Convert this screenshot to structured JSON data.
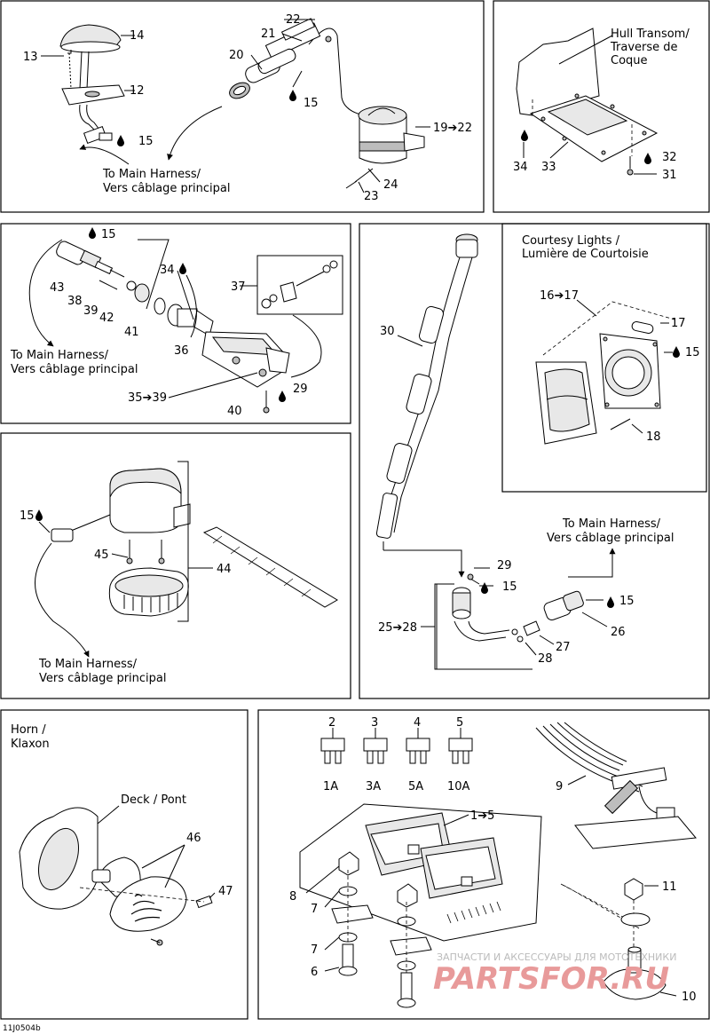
{
  "diagram_ref": "11J0504b",
  "panels": {
    "top_left": {
      "callouts": [
        "14",
        "13",
        "12",
        "15",
        "22",
        "21",
        "20",
        "15",
        "19➔22",
        "24",
        "23"
      ],
      "harness_note": [
        "To Main Harness/",
        "Vers câblage principal"
      ]
    },
    "hull": {
      "title": [
        "Hull Transom/",
        "Traverse de",
        "Coque"
      ],
      "callouts": [
        "34",
        "33",
        "32",
        "31"
      ]
    },
    "mid_left": {
      "callouts": [
        "15",
        "34",
        "43",
        "38",
        "39",
        "42",
        "41",
        "36",
        "37",
        "35➔39",
        "29",
        "40"
      ],
      "harness_note": [
        "To Main Harness/",
        "Vers câblage principal"
      ]
    },
    "courtesy": {
      "title": [
        "Courtesy Lights /",
        "Lumière de Courtoisie"
      ],
      "callouts": [
        "16➔17",
        "17",
        "15",
        "18"
      ]
    },
    "cable": {
      "callouts": [
        "30",
        "29",
        "15",
        "15",
        "25➔28",
        "26",
        "27",
        "28"
      ],
      "harness_note": [
        "To Main Harness/",
        "Vers câblage principal"
      ]
    },
    "pump": {
      "callouts": [
        "15",
        "45",
        "44"
      ],
      "harness_note": [
        "To Main Harness/",
        "Vers câblage principal"
      ]
    },
    "horn": {
      "title": [
        "Horn /",
        "Klaxon"
      ],
      "deck_label": "Deck / Pont",
      "callouts": [
        "46",
        "47"
      ]
    },
    "fuse": {
      "fuses": [
        {
          "num": "2",
          "amps": "1A"
        },
        {
          "num": "3",
          "amps": "3A"
        },
        {
          "num": "4",
          "amps": "5A"
        },
        {
          "num": "5",
          "amps": "10A"
        }
      ],
      "callouts": [
        "1➔5",
        "9",
        "8",
        "7",
        "7",
        "6",
        "11",
        "10"
      ]
    }
  },
  "watermark": {
    "line1": "ЗАПЧАСТИ И АКСЕССУАРЫ ДЛЯ МОТОТЕХНИКИ",
    "line2": "PARTSFOR.RU"
  }
}
